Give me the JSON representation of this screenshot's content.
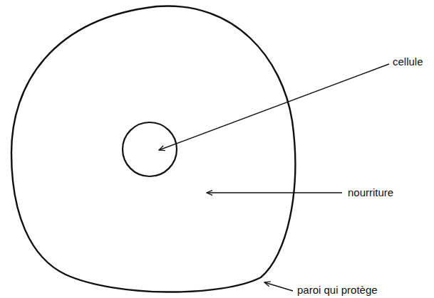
{
  "diagram": {
    "labels": [
      "cellule",
      "nourriture",
      "paroi qui protège"
    ]
  }
}
